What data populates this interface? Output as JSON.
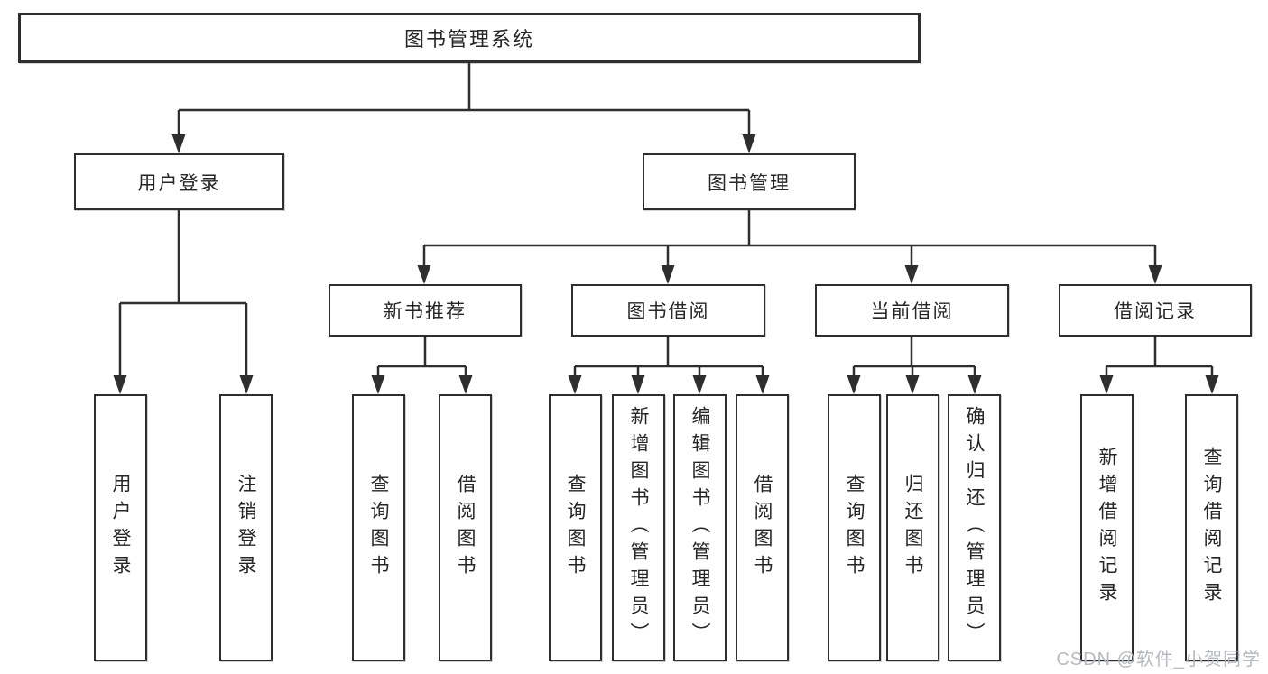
{
  "title": "图书管理系统",
  "watermark": "CSDN @软件_小贺同学",
  "colors": {
    "line": "#2e2e2e",
    "text": "#262626",
    "background": "#ffffff",
    "watermark": "#b2b6bc"
  },
  "nodes": {
    "root": "图书管理系统",
    "level2": [
      "用户登录",
      "图书管理"
    ],
    "level3": [
      "新书推荐",
      "图书借阅",
      "当前借阅",
      "借阅记录"
    ],
    "leaves_user_login": [
      "用户登录",
      "注销登录"
    ],
    "leaves_new_books": [
      "查询图书",
      "借阅图书"
    ],
    "leaves_book_borrowing": [
      "查询图书",
      "新增图书（管理员）",
      "编辑图书（管理员）",
      "借阅图书"
    ],
    "leaves_current_borrowing": [
      "查询图书",
      "归还图书",
      "确认归还（管理员）"
    ],
    "leaves_borrowing_records": [
      "新增借阅记录",
      "查询借阅记录"
    ]
  }
}
